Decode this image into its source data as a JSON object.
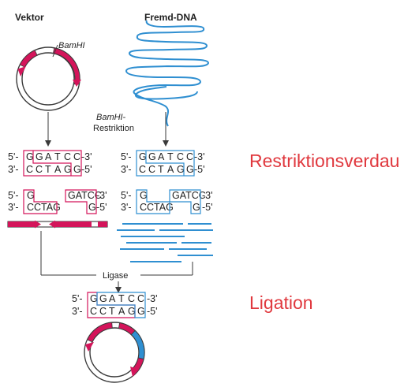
{
  "colors": {
    "vector": "#d4145a",
    "foreign": "#2f8fd1",
    "stage_label": "#e0383e",
    "line": "#3a3a3a"
  },
  "labels": {
    "vektor": "Vektor",
    "fremd_dna": "Fremd-DNA",
    "bamhi_enzyme": "BamHI",
    "restriktion_italic": "BamHI",
    "restriktion_tail": "-",
    "restriktion_line2": "Restriktion",
    "ligase": "Ligase",
    "restriktionsverdau": "Restriktionsverdau",
    "ligation": "Ligation"
  },
  "sequences": {
    "five_prime": "5'-",
    "three_prime": "3'-",
    "end_3": "-3'",
    "end_5": "-5'",
    "top_bases": [
      "G",
      "G",
      "A",
      "T",
      "C",
      "C"
    ],
    "bottom_bases": [
      "C",
      "C",
      "T",
      "A",
      "G",
      "G"
    ],
    "frag_left_top": "G",
    "frag_left_bottom": "CCTAG",
    "frag_right_top": "GATCC",
    "frag_right_bottom": "G"
  }
}
